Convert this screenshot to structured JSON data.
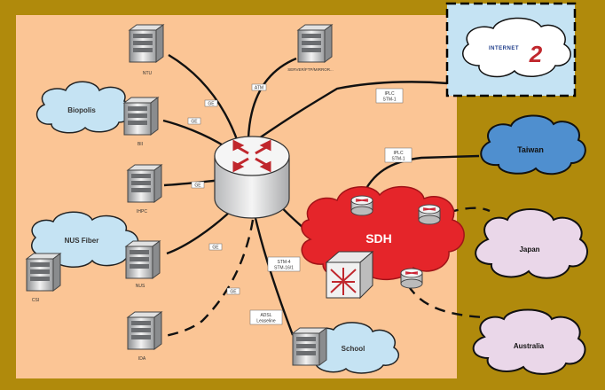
{
  "nodes": {
    "ntu": "NTU",
    "server_atm": "SERVER/FTP/MIRROR...",
    "bio": "BII",
    "bioportal": "Biopolis",
    "ihpc": "IHPC",
    "nus_fiber": "NUS Fiber",
    "nus": "NUS",
    "csi": "CSI",
    "ida": "IDA",
    "school": "School",
    "internet2": "INTERNET",
    "internet2_mark": "2"
  },
  "links": {
    "gbe_ntu": "GE",
    "atm": "ATM",
    "gbe_bii": "GE",
    "gbe_ihpc": "GE",
    "gbe_nus": "GE",
    "gbe_ida": "GE",
    "iplc_top_1": "IPLC",
    "iplc_top_2": "STM-1",
    "iplc_tw_1": "IPLC",
    "iplc_tw_2": "STM-1",
    "stm_1": "STM-4",
    "stm_2": "STM-16/1",
    "adsl_1": "ADSL",
    "adsl_2": "Leaseline"
  },
  "clouds": {
    "sdh": "SDH",
    "taiwan": "Taiwan",
    "japan": "Japan",
    "australia": "Australia"
  },
  "colors": {
    "frame": "#b08a0c",
    "background": "#fbc595",
    "sdh": "#e5252a",
    "taiwan": "#4f8fcf",
    "japan": "#ead7e9",
    "light_cloud": "#c5e3f3"
  }
}
